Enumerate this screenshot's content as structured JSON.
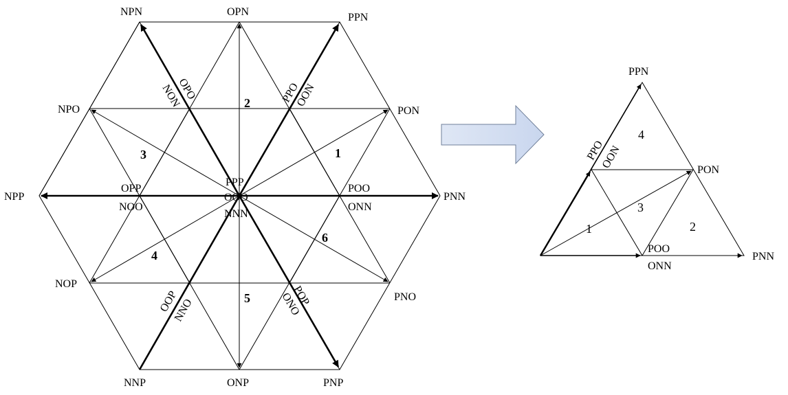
{
  "hexagon": {
    "vectors": {
      "NPN": "NPN",
      "OPN": "OPN",
      "PPN": "PPN",
      "NPO": "NPO",
      "PON": "PON",
      "NPP": "NPP",
      "PNN": "PNN",
      "NOP": "NOP",
      "PNO": "PNO",
      "NNP": "NNP",
      "ONP": "ONP",
      "PNP": "PNP"
    },
    "small": {
      "opo": "OPO",
      "non": "NON",
      "ppo": "PPO",
      "oon": "OON",
      "opp": "OPP",
      "noo": "NOO",
      "poo": "POO",
      "onn": "ONN",
      "oop": "OOP",
      "nno": "NNO",
      "pop": "POP",
      "ono": "ONO"
    },
    "center": {
      "top": "PPP",
      "mid": "OOO",
      "bottom": "NNN"
    },
    "sectors": {
      "s1": "1",
      "s2": "2",
      "s3": "3",
      "s4": "4",
      "s5": "5",
      "s6": "6"
    }
  },
  "triangle": {
    "vectors": {
      "ppn": "PPN",
      "pon": "PON",
      "pnn": "PNN"
    },
    "small": {
      "ppo": "PPO",
      "oon": "OON",
      "poo": "POO",
      "onn": "ONN"
    },
    "regions": {
      "r1": "1",
      "r2": "2",
      "r3": "3",
      "r4": "4"
    }
  }
}
